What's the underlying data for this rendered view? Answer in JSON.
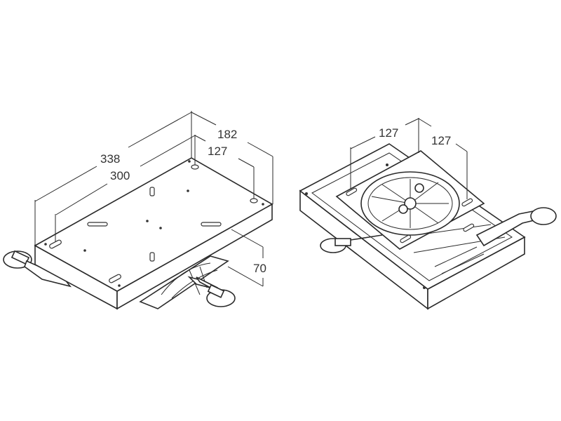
{
  "left_view": {
    "dimensions": {
      "length_outer": "338",
      "length_holes": "300",
      "width_outer": "182",
      "width_holes": "127",
      "height": "70"
    }
  },
  "right_view": {
    "dimensions": {
      "hole_spacing_a": "127",
      "hole_spacing_b": "127"
    }
  }
}
